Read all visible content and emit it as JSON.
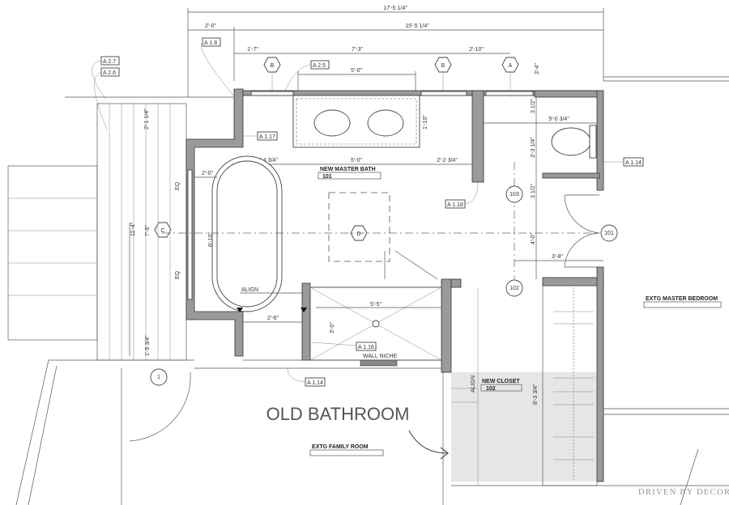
{
  "dimensions": {
    "overall": "17'-5 1/4\"",
    "left_offset": "2'-0\"",
    "main": "15'-5 1/4\"",
    "seg1": "1'-7\"",
    "seg2": "7'-3\"",
    "seg3": "2'-10\"",
    "vanity_width": "5'-0\"",
    "vanity_depth": "1'-10\"",
    "right_top": "3'-4\"",
    "deck": "2'-1 1/4\"",
    "tub_offset": "2'-4 3/4\"",
    "tub_side": "2'-0\"",
    "center": "5'-0\"",
    "right_clear": "2'-2 3/4\"",
    "wc_width": "5'-0 3/4\"",
    "wc_depth": "3'-3 1/4\"",
    "gap1": "3 1/2\"",
    "door_w": "4'-0\"",
    "door_clear": "3'-8\"",
    "gap2": "3 1/2\"",
    "overall_left": "11'-4\"",
    "window_span": "7'-5\"",
    "eq1": "EQ",
    "eq2": "EQ",
    "tub_len": "6'-10\"",
    "bench": "2'-6\"",
    "shower_w": "5'-5\"",
    "shower_d": "3'-0\"",
    "lower_left": "1'-5 3/4\"",
    "closet": "8'-3 3/4\""
  },
  "tags": [
    "A 1.8",
    "A 2.5",
    "A 2.7",
    "A 2.6",
    "A 1.17",
    "A 1.18",
    "A 1.14",
    "A 1.16",
    "A 1.14"
  ],
  "grid_markers": {
    "b1": "B",
    "b2": "B",
    "a": "A",
    "c": "C",
    "d": "D"
  },
  "doors": {
    "d101": "101",
    "d103": "103",
    "d102": "102",
    "d1": "1"
  },
  "notes": {
    "align1": "ALIGN",
    "align2": "ALIGN",
    "wall_niche": "WALL NICHE"
  },
  "rooms": {
    "master_bath": {
      "name": "NEW  MASTER BATH",
      "number": "101"
    },
    "closet": {
      "name": "NEW CLOSET",
      "number": "102"
    },
    "bedroom": {
      "name": "EXTG MASTER BEDROOM"
    },
    "family": {
      "name": "EXTG FAMILY ROOM"
    }
  },
  "callout": "OLD BATHROOM",
  "watermark": "DRIVEN BY DECOR",
  "colors": {
    "wall": "#9a9a9a",
    "closet_fill": "#e6e6e6"
  }
}
